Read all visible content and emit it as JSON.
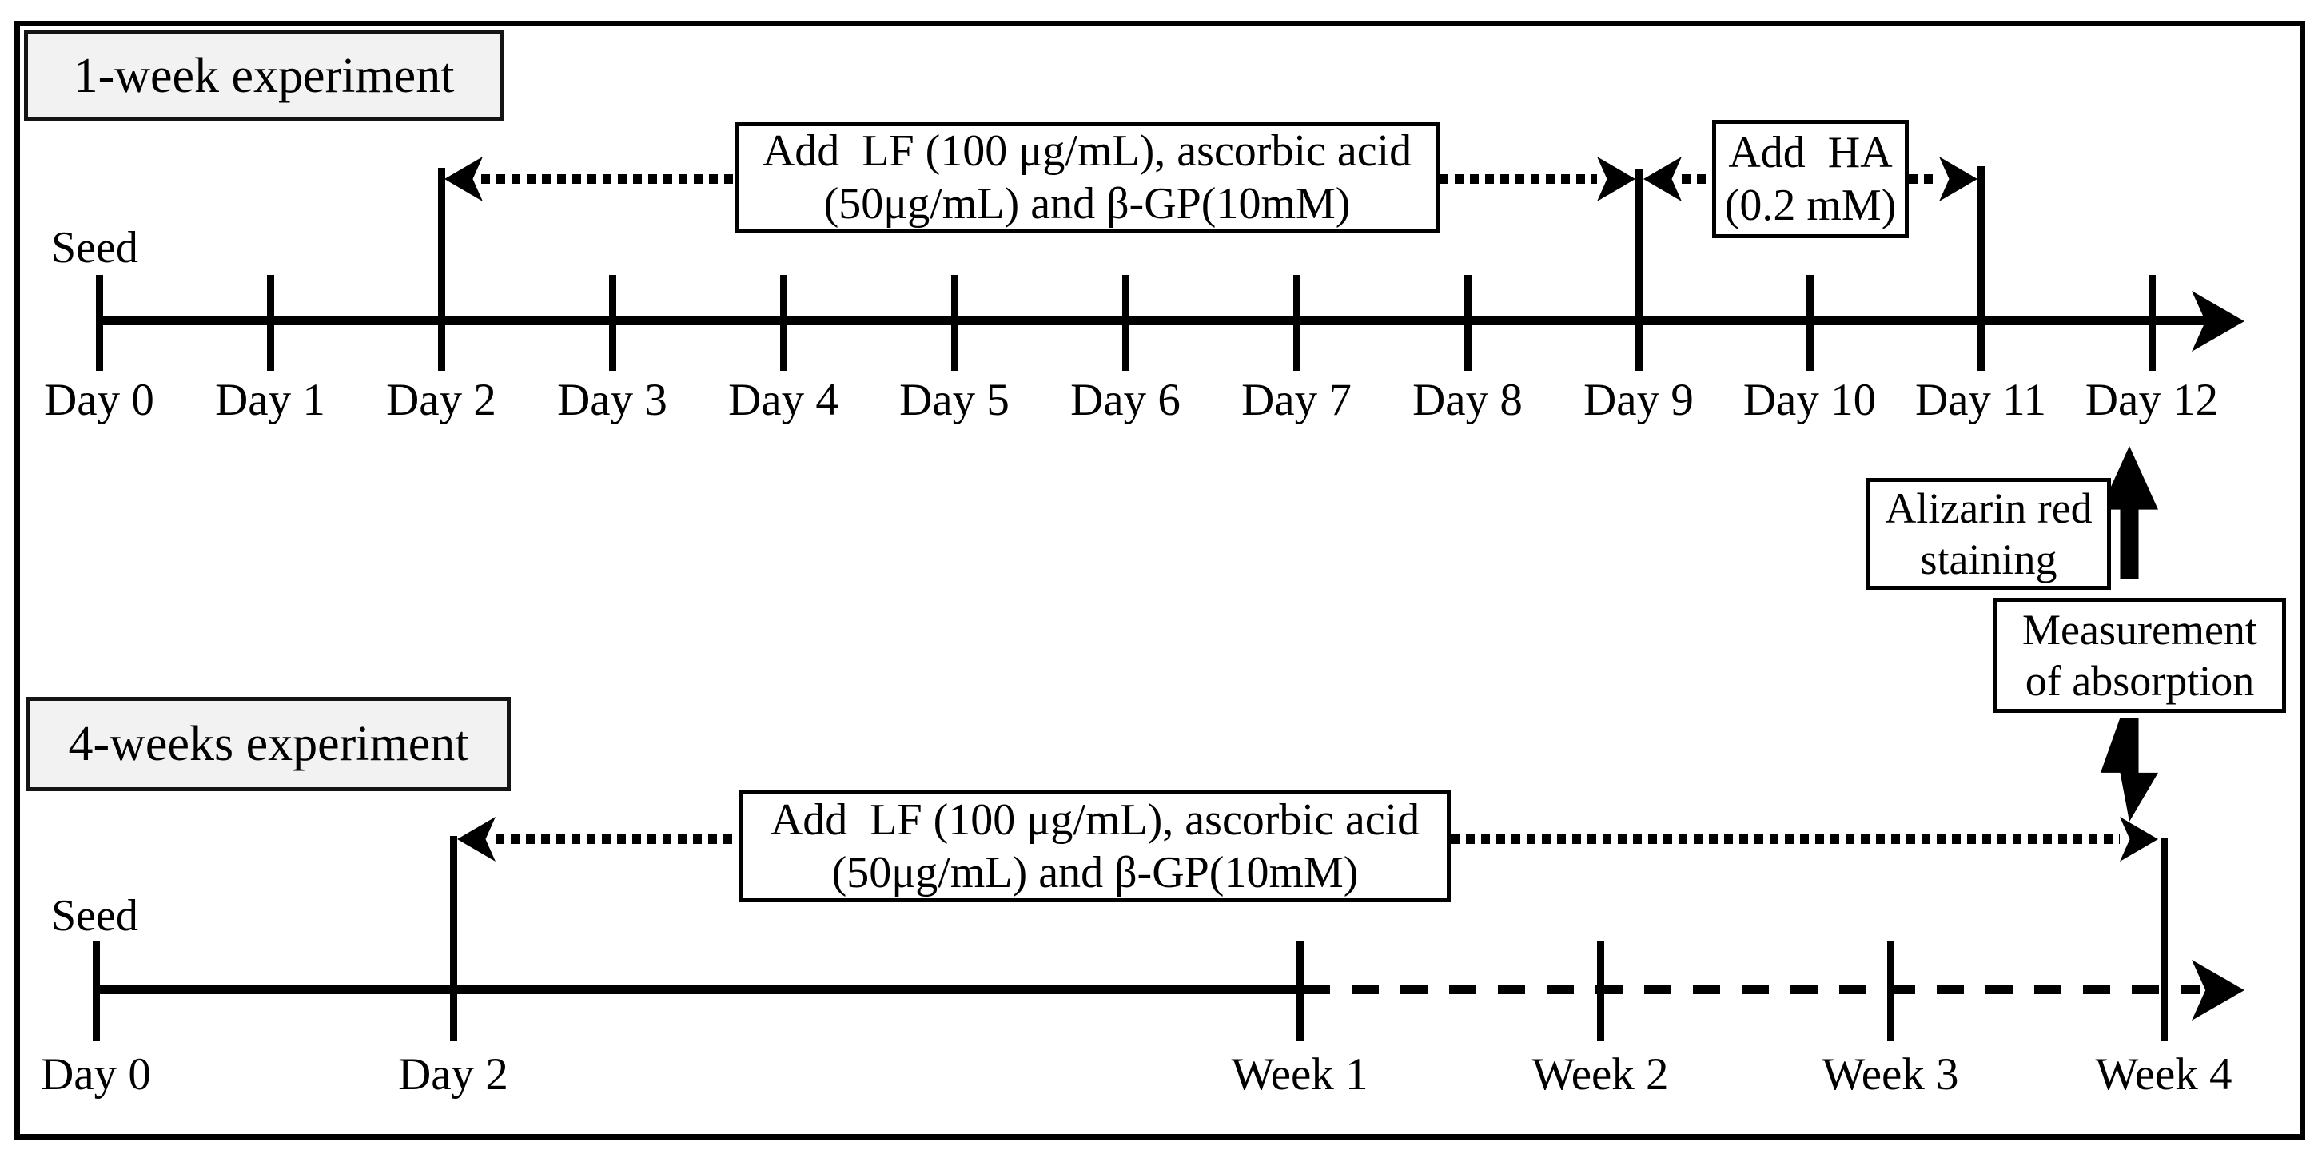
{
  "colors": {
    "ink": "#000000",
    "panel_fill": "#f2f2f2",
    "background": "#ffffff"
  },
  "week1": {
    "title": "1-week experiment",
    "seed": "Seed",
    "days": [
      "Day 0",
      "Day 1",
      "Day 2",
      "Day 3",
      "Day 4",
      "Day 5",
      "Day 6",
      "Day 7",
      "Day 8",
      "Day 9",
      "Day 10",
      "Day 11",
      "Day 12"
    ],
    "treatment_line1": "Add  LF (100 μg/mL), ascorbic acid",
    "treatment_line2": "(50μg/mL) and β-GP(10mM)",
    "ha_line1": "Add  HA",
    "ha_line2": "(0.2 mM)"
  },
  "week4": {
    "title": "4-weeks experiment",
    "seed": "Seed",
    "ticks": [
      "Day 0",
      "Day 2",
      "Week 1",
      "Week 2",
      "Week 3",
      "Week 4"
    ],
    "treatment_line1": "Add  LF (100 μg/mL), ascorbic acid",
    "treatment_line2": "(50μg/mL) and β-GP(10mM)"
  },
  "endpoint": {
    "alizarin_line1": "Alizarin red",
    "alizarin_line2": "staining",
    "measurement_line1": "Measurement",
    "measurement_line2": "of absorption"
  }
}
